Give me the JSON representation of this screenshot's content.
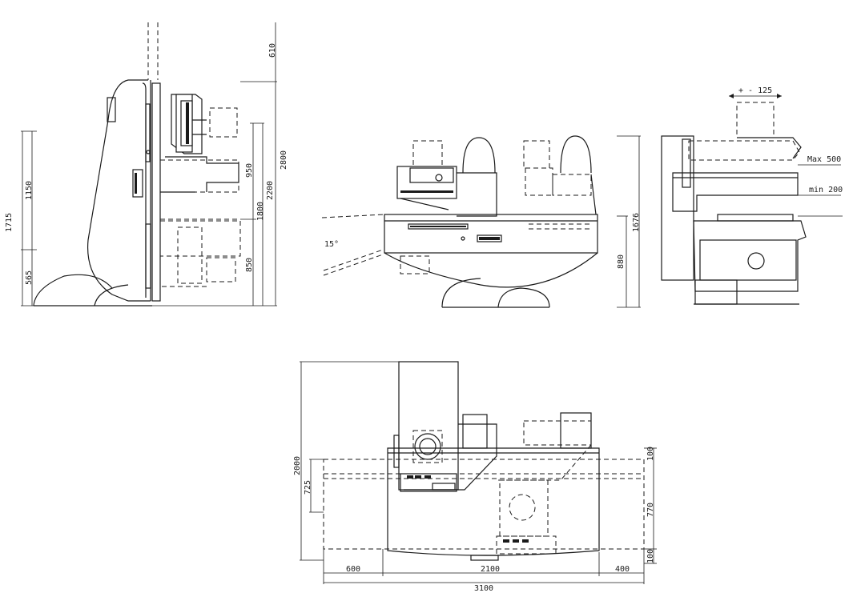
{
  "side_view": {
    "dims": {
      "d610": "610",
      "d2800": "2800",
      "d2200": "2200",
      "d1800": "1800",
      "d950": "950",
      "d850": "850",
      "d1150": "1150",
      "d1715": "1715",
      "d565": "565"
    }
  },
  "front_view": {
    "angle": "15°",
    "d1676": "1676",
    "d880": "880"
  },
  "end_view": {
    "travel": "+ - 125",
    "max": "Max 500",
    "min": "min 200"
  },
  "top_view": {
    "d2000": "2000",
    "d725": "725",
    "d100a": "100",
    "d770": "770",
    "d100b": "100",
    "d600": "600",
    "d2100": "2100",
    "d400": "400",
    "d3100": "3100"
  }
}
